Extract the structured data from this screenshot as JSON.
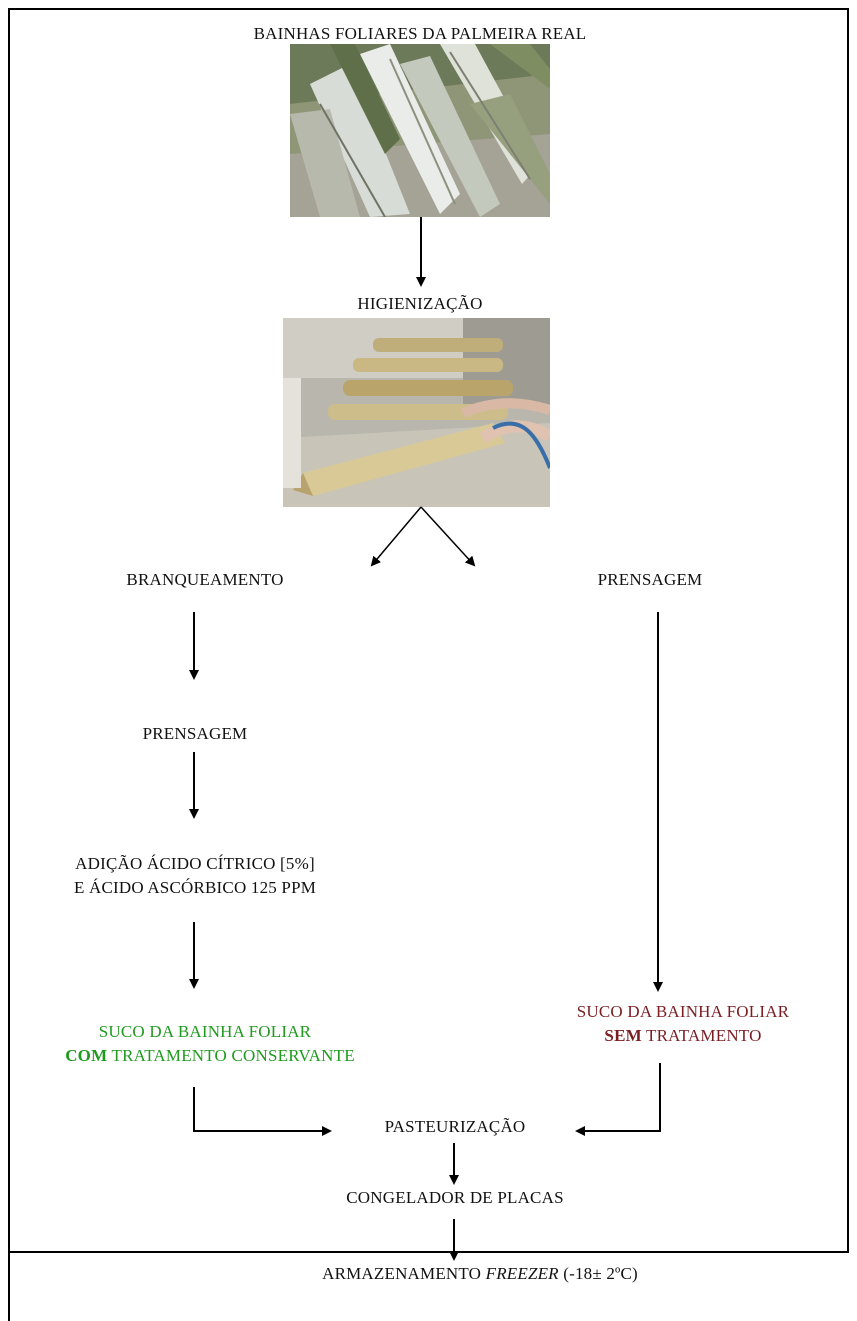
{
  "diagram": {
    "nodes": {
      "source": "BAINHAS FOLIARES DA PALMEIRA REAL",
      "hygiene": "HIGIENIZAÇÃO",
      "blanching": "BRANQUEAMENTO",
      "pressing_right": "PRENSAGEM",
      "pressing_left": "PRENSAGEM",
      "additive_line1": "ADIÇÃO ÁCIDO CÍTRICO [5%]",
      "additive_line2": "E ÁCIDO ASCÓRBICO 125 PPM",
      "juice_treated_line1": "SUCO DA BAINHA FOLIAR",
      "juice_treated_bold": "COM",
      "juice_treated_rest": " TRATAMENTO CONSERVANTE",
      "juice_untreated_line1": "SUCO DA BAINHA FOLIAR",
      "juice_untreated_bold": "SEM",
      "juice_untreated_rest": " TRATAMENTO",
      "pasteurization": "PASTEURIZAÇÃO",
      "freezer_plates": "CONGELADOR DE PLACAS",
      "storage_prefix": "ARMAZENAMENTO ",
      "storage_italic": "FREEZER",
      "storage_suffix": "  (-18± 2ºC)"
    },
    "colors": {
      "treated": "#1f9a1f",
      "untreated": "#7a1e23",
      "text": "#111111",
      "arrow": "#000000"
    },
    "photos": {
      "top": "photo-palm-leaf-sheaths",
      "middle": "photo-hygienization-washing"
    },
    "edges": [
      [
        "source",
        "hygiene"
      ],
      [
        "hygiene",
        "blanching"
      ],
      [
        "hygiene",
        "pressing_right"
      ],
      [
        "blanching",
        "pressing_left"
      ],
      [
        "pressing_left",
        "additive"
      ],
      [
        "additive",
        "juice_treated"
      ],
      [
        "pressing_right",
        "juice_untreated"
      ],
      [
        "juice_treated",
        "pasteurization"
      ],
      [
        "juice_untreated",
        "pasteurization"
      ],
      [
        "pasteurization",
        "freezer_plates"
      ],
      [
        "freezer_plates",
        "storage"
      ]
    ]
  }
}
